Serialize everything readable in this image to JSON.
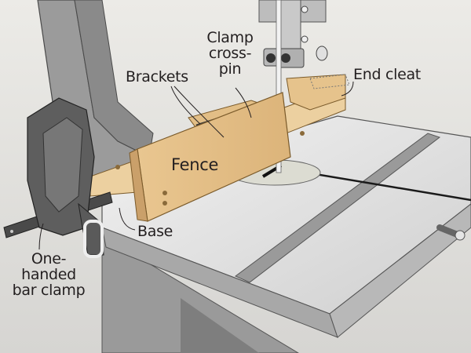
{
  "figure": {
    "subject": "Bandsaw resaw fence clamped to table",
    "colors": {
      "background": "#e6e5e1",
      "wood": "#e8c48d",
      "wood_dark": "#c99a5c",
      "table": "#d9d9d9",
      "table_edge": "#a9a9a9",
      "frame": "#8c8c8c",
      "clamp": "#5a5a5a",
      "text": "#231f20"
    }
  },
  "labels": {
    "clamp_cross_pin": [
      "Clamp",
      "cross-",
      "pin"
    ],
    "brackets": "Brackets",
    "end_cleat": "End cleat",
    "fence": "Fence",
    "base": "Base",
    "bar_clamp": [
      "One-",
      "handed",
      "bar clamp"
    ]
  }
}
